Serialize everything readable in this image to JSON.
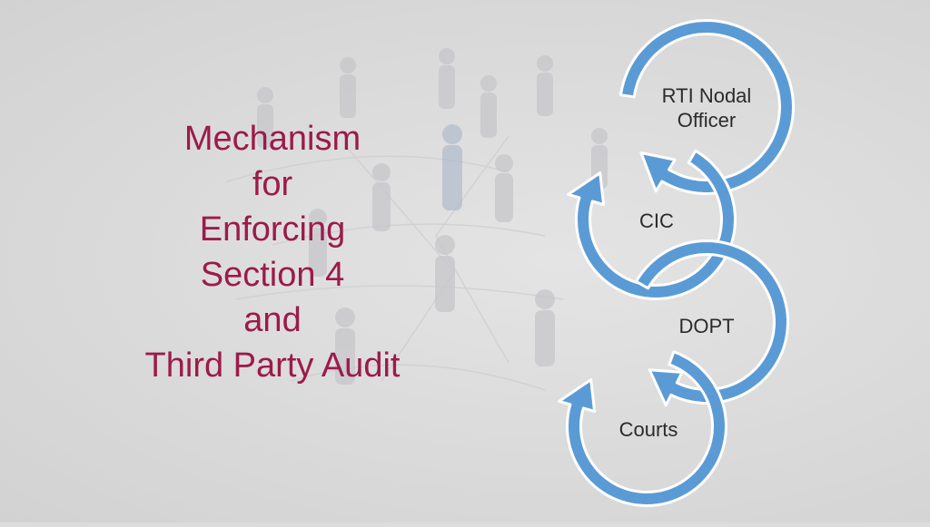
{
  "title": {
    "lines": [
      "Mechanism",
      "for",
      "Enforcing",
      "Section 4",
      "and",
      "Third Party Audit"
    ]
  },
  "cycle": {
    "arrow_color": "#5b9bd5",
    "arrow_outline": "#ffffff",
    "nodes": [
      {
        "label_lines": [
          "RTI Nodal",
          "Officer"
        ]
      },
      {
        "label_lines": [
          "CIC"
        ]
      },
      {
        "label_lines": [
          "DOPT"
        ]
      },
      {
        "label_lines": [
          "Courts"
        ]
      }
    ]
  },
  "colors": {
    "title": "#9b1b4a",
    "background": "#dcdcdc"
  }
}
